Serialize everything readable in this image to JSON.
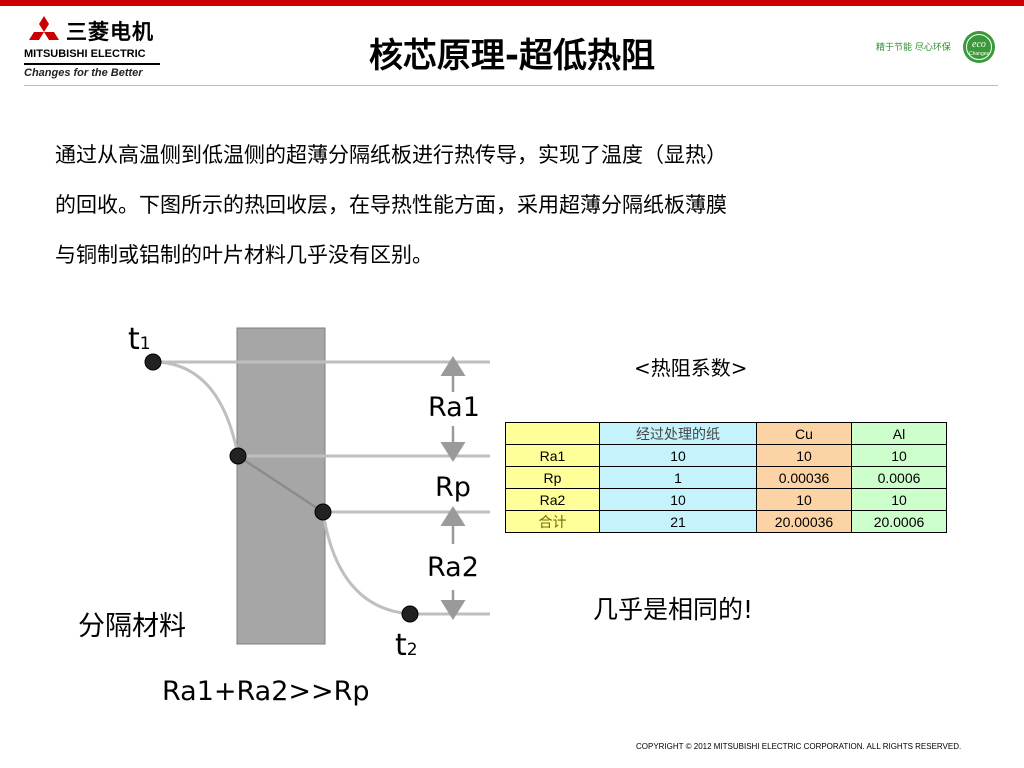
{
  "header": {
    "brand_cn": "三菱电机",
    "brand_en": "MITSUBISHI ELECTRIC",
    "tagline": "Changes for the Better",
    "eco_slogan": "精于节能 尽心环保",
    "eco_badge_text": "eco",
    "eco_badge_sub": "Changes"
  },
  "title": "核芯原理-超低热阻",
  "intro": [
    "通过从高温侧到低温侧的超薄分隔纸板进行热传导，实现了温度（显热）",
    "的回收。下图所示的热回收层，在导热性能方面，采用超薄分隔纸板薄膜",
    "与铜制或铝制的叶片材料几乎没有区别。"
  ],
  "diagram": {
    "t1": "t",
    "t1_sub": "1",
    "t2": "t",
    "t2_sub": "2",
    "ra1": "Ra1",
    "rp": "Rp",
    "ra2": "Ra2",
    "material": "分隔材料",
    "formula": "Ra1+Ra2>>Rp"
  },
  "table": {
    "title": "<热阻系数>",
    "headers": [
      "",
      "经过处理的纸",
      "Cu",
      "Al"
    ],
    "rows": [
      [
        "Ra1",
        "10",
        "10",
        "10"
      ],
      [
        "Rp",
        "1",
        "0.00036",
        "0.0006"
      ],
      [
        "Ra2",
        "10",
        "10",
        "10"
      ],
      [
        "合计",
        "21",
        "20.00036",
        "20.0006"
      ]
    ]
  },
  "conclusion": "几乎是相同的!",
  "footer": {
    "copyright": "COPYRIGHT © 2012 MITSUBISHI ELECTRIC CORPORATION. ALL RIGHTS RESERVED."
  },
  "colors": {
    "brand_red": "#cc0000",
    "paper_col": "#c5f3fb",
    "cu_col": "#fcd3a4",
    "al_col": "#ccffcc",
    "label_col": "#ffff99",
    "wall_gray": "#a6a6a6"
  }
}
